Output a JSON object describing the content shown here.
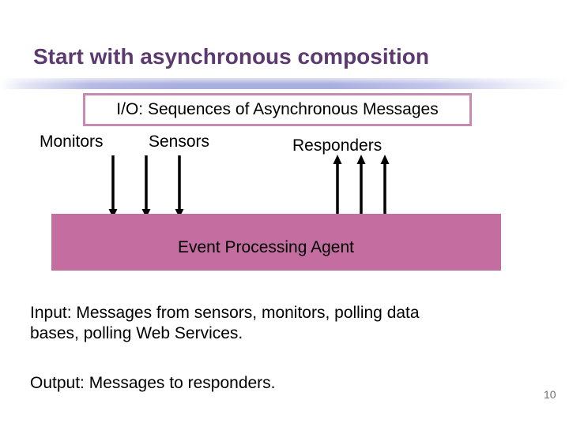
{
  "slide": {
    "title": "Start with asynchronous composition",
    "page_number": "10"
  },
  "diagram": {
    "io_box_label": "I/O: Sequences of Asynchronous Messages",
    "lane_labels": [
      {
        "label": "Monitors"
      },
      {
        "label": "Sensors"
      },
      {
        "label": "Responders"
      }
    ],
    "agent_box_label": "Event Processing Agent",
    "input_arrows": {
      "direction": "down",
      "count": 3
    },
    "output_arrows": {
      "direction": "up",
      "count": 3
    }
  },
  "body": {
    "input_lines": [
      "Input: Messages from sensors, monitors, polling data",
      "bases, polling Web Services."
    ],
    "output_text": "Output: Messages to responders."
  },
  "colors": {
    "title_text": "#5c3a6f",
    "divider_accent": "#a8aede",
    "io_box_border": "#c98ab1",
    "agent_box_fill": "#c36da1",
    "arrow": "#000000",
    "page_number": "#6e6e6e"
  }
}
